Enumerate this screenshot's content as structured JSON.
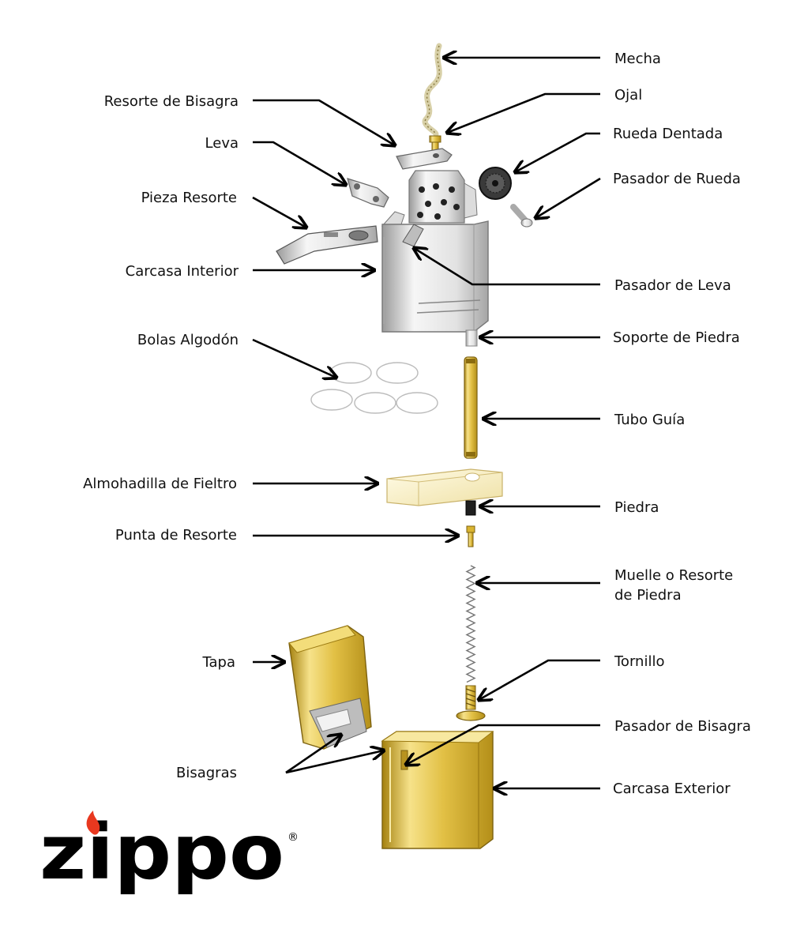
{
  "labels_right": {
    "mecha": "Mecha",
    "ojal": "Ojal",
    "rueda_dentada": "Rueda Dentada",
    "pasador_rueda": "Pasador de Rueda",
    "pasador_leva": "Pasador de Leva",
    "soporte_piedra": "Soporte de Piedra",
    "tubo_guia": "Tubo Guía",
    "piedra": "Piedra",
    "muelle_line1": "Muelle o Resorte",
    "muelle_line2": "de Piedra",
    "tornillo": "Tornillo",
    "pasador_bisagra": "Pasador de Bisagra",
    "carcasa_exterior": "Carcasa Exterior"
  },
  "labels_left": {
    "resorte_bisagra": "Resorte de Bisagra",
    "leva": "Leva",
    "pieza_resorte": "Pieza Resorte",
    "carcasa_interior": "Carcasa Interior",
    "bolas_algodon": "Bolas Algodón",
    "almohadilla_fieltro": "Almohadilla de Fieltro",
    "punta_resorte": "Punta de Resorte",
    "tapa": "Tapa",
    "bisagras": "Bisagras"
  },
  "logo": {
    "text": "ZIPPO",
    "registered": "®"
  },
  "colors": {
    "brass_light": "#f7e79a",
    "brass_mid": "#d9b431",
    "brass_dark": "#9c7b12",
    "chrome_light": "#f4f4f4",
    "chrome_mid": "#c9c9c9",
    "chrome_dark": "#7d7d7d",
    "flame": "#e8381f",
    "ink": "#000000"
  }
}
